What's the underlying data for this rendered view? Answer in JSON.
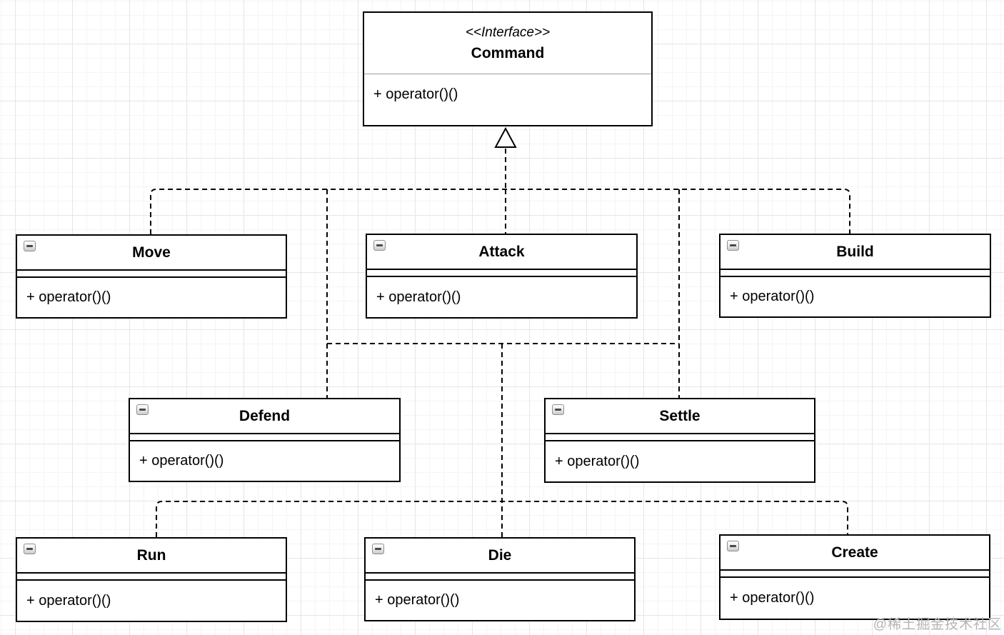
{
  "diagram": {
    "interface": {
      "stereotype": "<<Interface>>",
      "name": "Command",
      "method": "+ operator()()"
    },
    "classes": [
      {
        "name": "Move",
        "method": "+ operator()()"
      },
      {
        "name": "Attack",
        "method": "+ operator()()"
      },
      {
        "name": "Build",
        "method": "+ operator()()"
      },
      {
        "name": "Defend",
        "method": "+ operator()()"
      },
      {
        "name": "Settle",
        "method": "+ operator()()"
      },
      {
        "name": "Run",
        "method": "+ operator()()"
      },
      {
        "name": "Die",
        "method": "+ operator()()"
      },
      {
        "name": "Create",
        "method": "+ operator()()"
      }
    ],
    "relationship": "realization (dashed line, hollow triangle pointing to Command)",
    "icons": {
      "collapse": "minus"
    },
    "colors": {
      "shape_stroke": "#000000",
      "shape_fill": "#ffffff",
      "interface_separator": "#9e9e9e",
      "grid_minor": "#f6f4f5",
      "grid_major": "#e7e5e7",
      "watermark": "#b5b3b5"
    },
    "watermark": "@稀土掘金技术社区"
  }
}
